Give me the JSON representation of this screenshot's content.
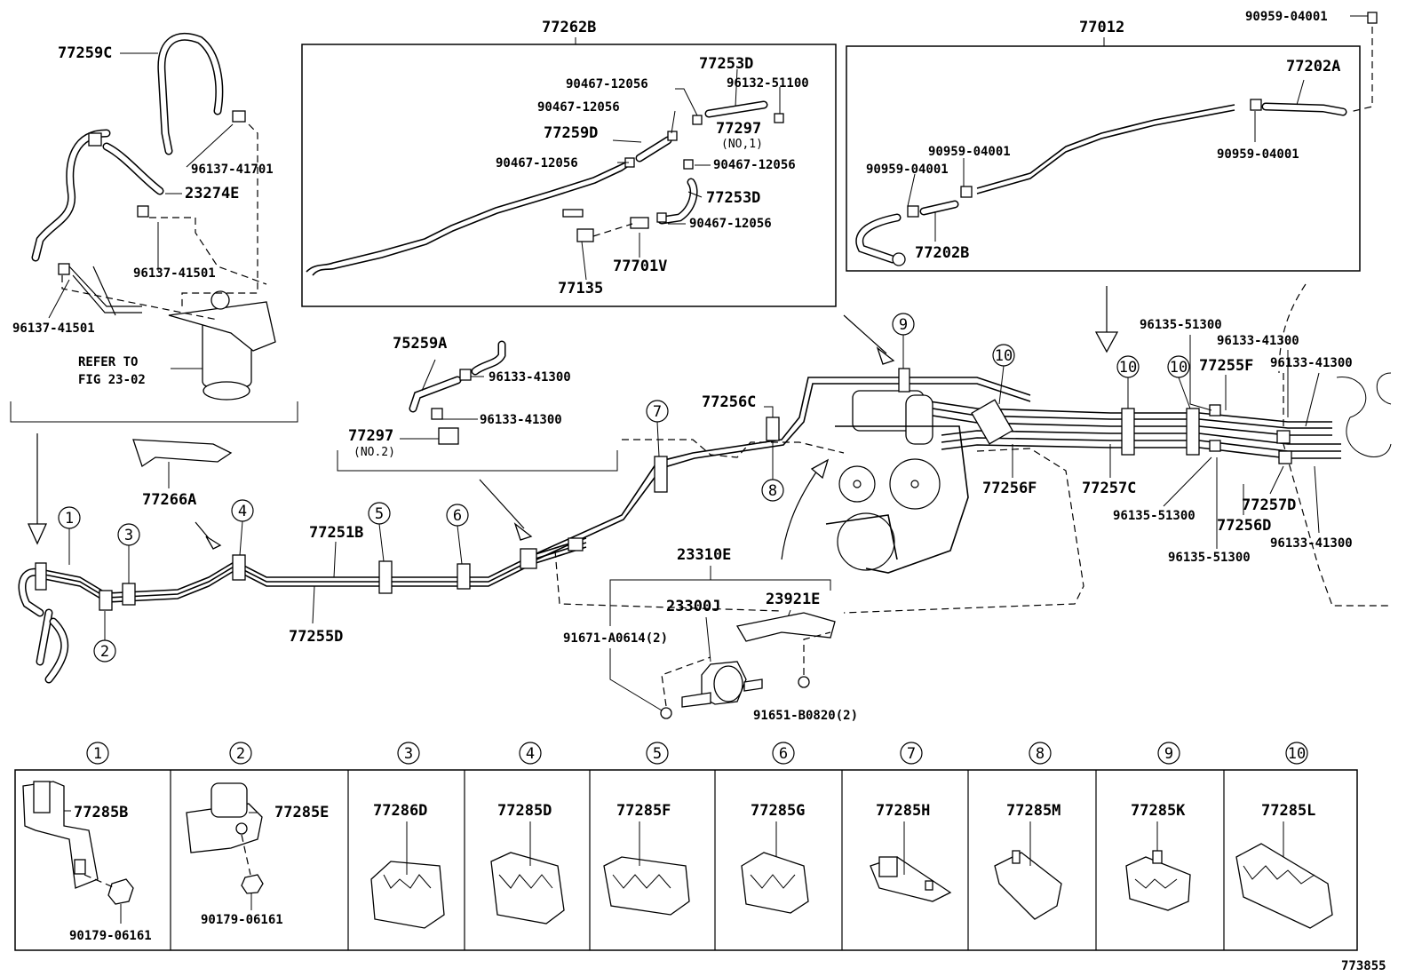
{
  "diagram_id": "773855",
  "groups": {
    "hose_top_left": "77259C",
    "vapor_detail": "77262B",
    "vent_detail": "77012",
    "vent_extra": "90959-04001",
    "bracket_group": "23310E"
  },
  "labels": {
    "p77259C": "77259C",
    "p96137_41701": "96137-41701",
    "p23274E": "23274E",
    "p96137_41501a": "96137-41501",
    "p96137_41501b": "96137-41501",
    "refer_to": "REFER TO",
    "fig": "FIG 23-02",
    "p77253D_a": "77253D",
    "p90467_a": "90467-12056",
    "p96132_51100": "96132-51100",
    "p90467_b": "90467-12056",
    "p77297_1": "77297",
    "no1": "(NO,1)",
    "p77259D": "77259D",
    "p90467_c": "90467-12056",
    "p90467_d": "90467-12056",
    "p77253D_b": "77253D",
    "p90467_e": "90467-12056",
    "p77701V": "77701V",
    "p77135": "77135",
    "p77202A": "77202A",
    "p90959_b": "90959-04001",
    "p90959_c": "90959-04001",
    "p90959_d": "90959-04001",
    "p77202B": "77202B",
    "p75259A": "75259A",
    "p96133_a": "96133-41300",
    "p96133_b": "96133-41300",
    "p77297_2": "77297",
    "no2": "(NO.2)",
    "p77266A": "77266A",
    "p77256C": "77256C",
    "p77251B": "77251B",
    "p77255D": "77255D",
    "p96135_a": "96135-51300",
    "p96133_c": "96133-41300",
    "p77255F": "77255F",
    "p96133_d": "96133-41300",
    "p77256F": "77256F",
    "p77257C": "77257C",
    "p96135_b": "96135-51300",
    "p77257D": "77257D",
    "p77256D": "77256D",
    "p96133_e": "96133-41300",
    "p96135_c": "96135-51300",
    "p23300J": "23300J",
    "p23921E": "23921E",
    "p91671": "91671-A0614(2)",
    "p91651": "91651-B0820(2)"
  },
  "callouts": [
    "1",
    "2",
    "3",
    "4",
    "5",
    "6",
    "7",
    "8",
    "9",
    "10"
  ],
  "clamp_table": [
    {
      "index": "1",
      "part": "77285B",
      "extra": "90179-06161"
    },
    {
      "index": "2",
      "part": "77285E",
      "extra": "90179-06161"
    },
    {
      "index": "3",
      "part": "77286D",
      "extra": ""
    },
    {
      "index": "4",
      "part": "77285D",
      "extra": ""
    },
    {
      "index": "5",
      "part": "77285F",
      "extra": ""
    },
    {
      "index": "6",
      "part": "77285G",
      "extra": ""
    },
    {
      "index": "7",
      "part": "77285H",
      "extra": ""
    },
    {
      "index": "8",
      "part": "77285M",
      "extra": ""
    },
    {
      "index": "9",
      "part": "77285K",
      "extra": ""
    },
    {
      "index": "10",
      "part": "77285L",
      "extra": ""
    }
  ]
}
